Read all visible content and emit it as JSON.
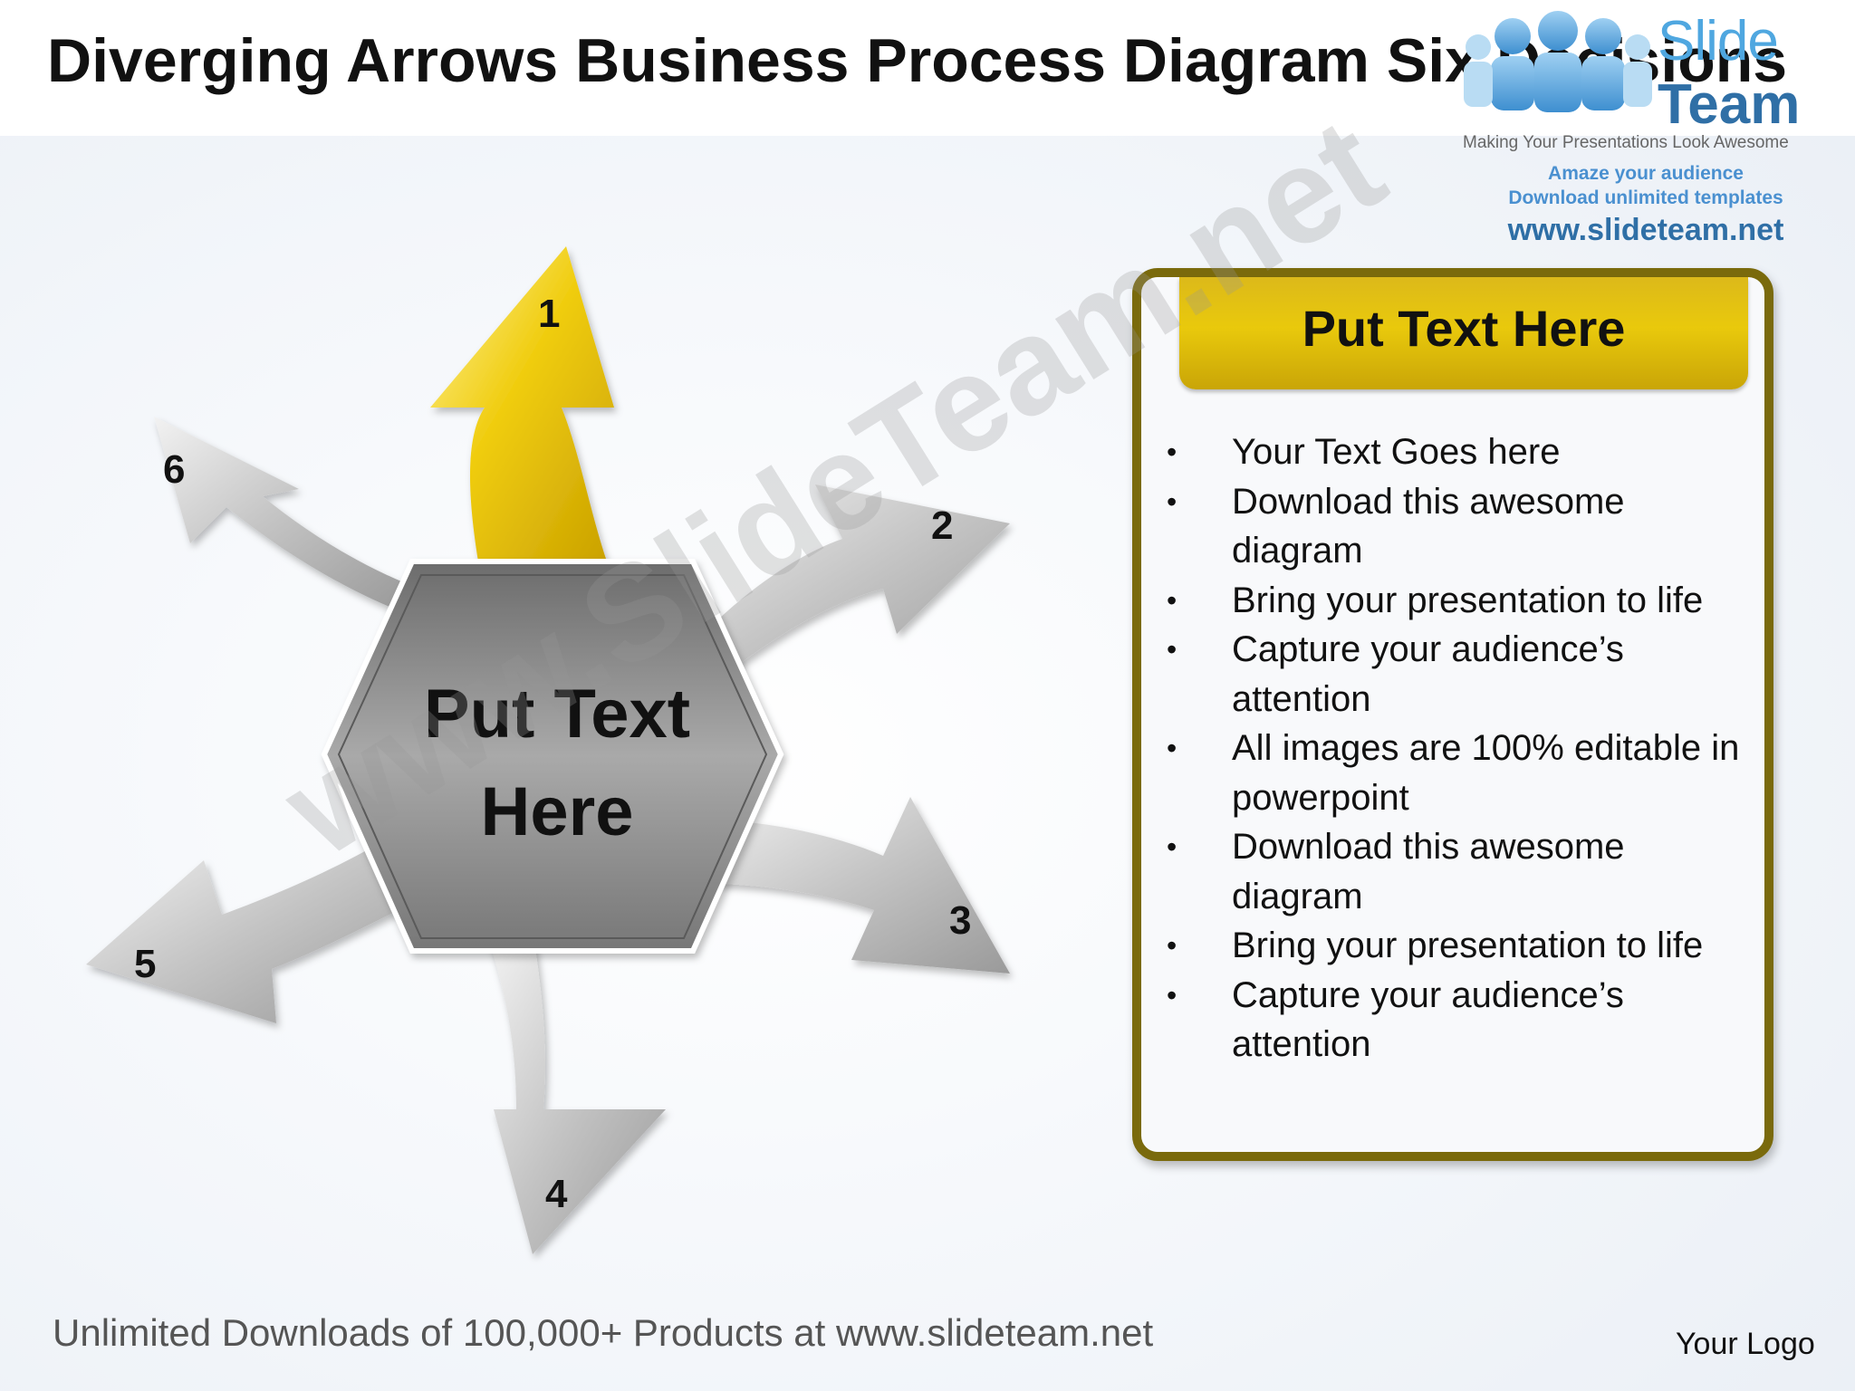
{
  "slide": {
    "title": "Diverging Arrows Business Process Diagram Six Decisions"
  },
  "brand": {
    "name_top": "Slide",
    "name_bottom": "Team",
    "tagline": "Making Your Presentations Look Awesome",
    "line1": "Amaze your audience",
    "line2": "Download unlimited templates",
    "url": "www.slideteam.net"
  },
  "diagram": {
    "center_label": "Put Text Here",
    "highlight_color": "#e8c20c",
    "arrow_color": "#b8b8b8",
    "arrows": [
      {
        "number": "1",
        "highlighted": true
      },
      {
        "number": "2",
        "highlighted": false
      },
      {
        "number": "3",
        "highlighted": false
      },
      {
        "number": "4",
        "highlighted": false
      },
      {
        "number": "5",
        "highlighted": false
      },
      {
        "number": "6",
        "highlighted": false
      }
    ]
  },
  "panel": {
    "header": "Put Text Here",
    "border_color": "#7a6a0c",
    "bullets": [
      "Your Text Goes here",
      "Download this awesome diagram",
      "Bring your presentation to life",
      "Capture your audience’s attention",
      "All images are 100% editable in powerpoint",
      "Download this awesome diagram",
      "Bring your presentation to life",
      "Capture your audience’s attention"
    ]
  },
  "watermark": "www.SlideTeam.net",
  "footer": {
    "promo": "Unlimited Downloads of 100,000+ Products at www.slideteam.net",
    "logo_placeholder": "Your Logo"
  }
}
